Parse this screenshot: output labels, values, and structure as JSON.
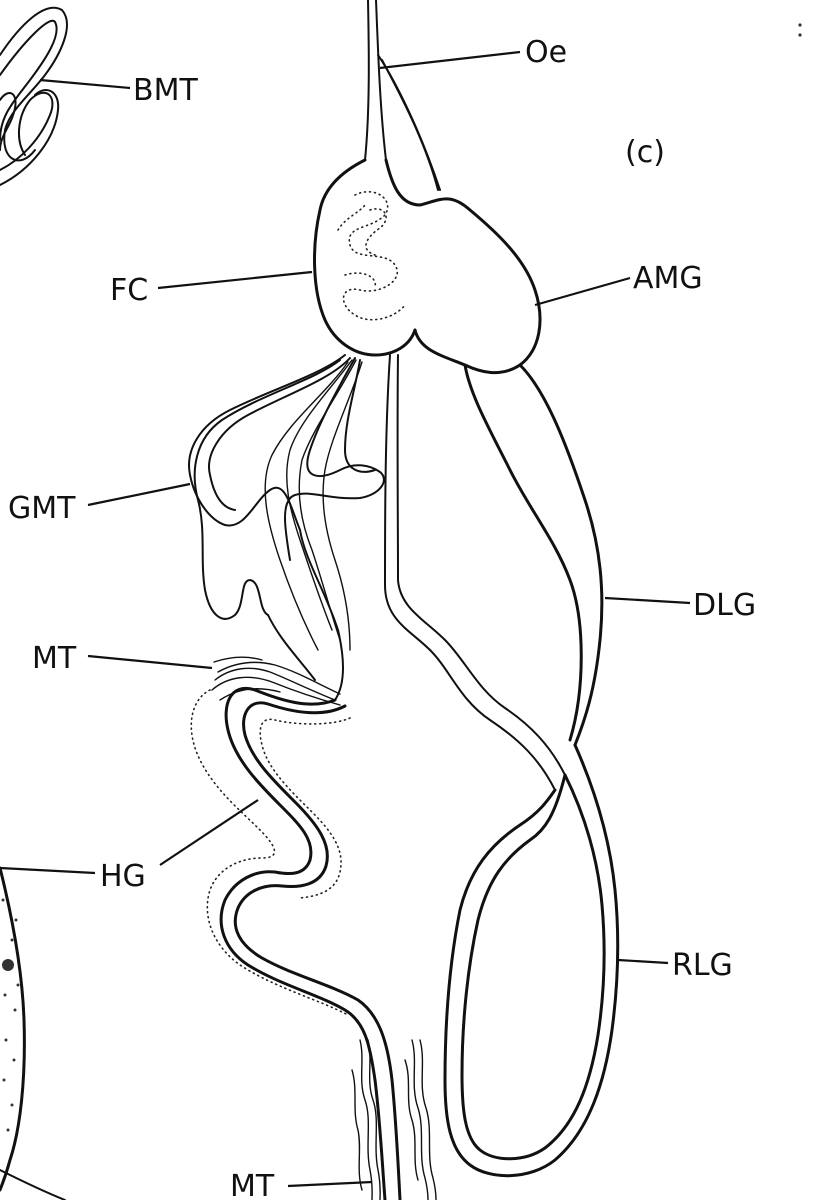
{
  "panel_label": "(c)",
  "labels": {
    "oe": "Oe",
    "bmt": "BMT",
    "amg": "AMG",
    "fc": "FC",
    "gmt": "GMT",
    "dlg": "DLG",
    "mt_upper": "MT",
    "hg": "HG",
    "rlg": "RLG",
    "mt_lower": "MT"
  }
}
